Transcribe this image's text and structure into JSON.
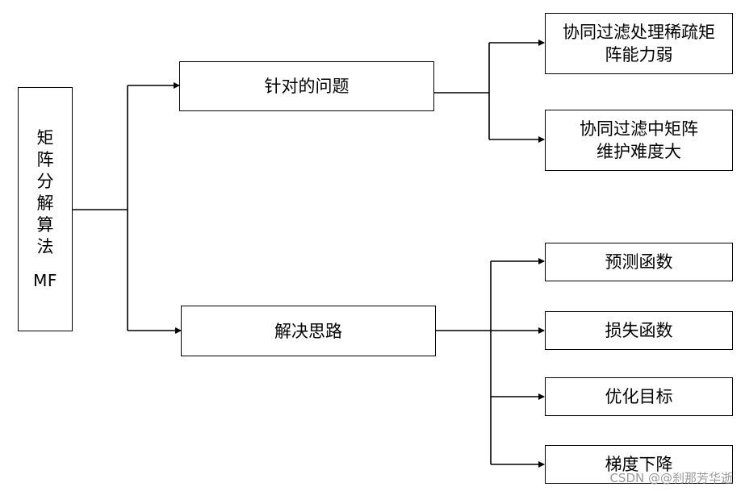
{
  "root": {
    "chars": [
      "矩",
      "阵",
      "分",
      "解",
      "算",
      "法"
    ],
    "abbr": "MF"
  },
  "branches": {
    "problems": {
      "label": "针对的问题",
      "items": [
        "协同过滤处理稀疏矩阵能力弱",
        "协同过滤中矩阵维护难度大"
      ]
    },
    "solutions": {
      "label": "解决思路",
      "items": [
        "预测函数",
        "损失函数",
        "优化目标",
        "梯度下降"
      ]
    }
  },
  "watermark": "CSDN @@刹那芳华逝"
}
